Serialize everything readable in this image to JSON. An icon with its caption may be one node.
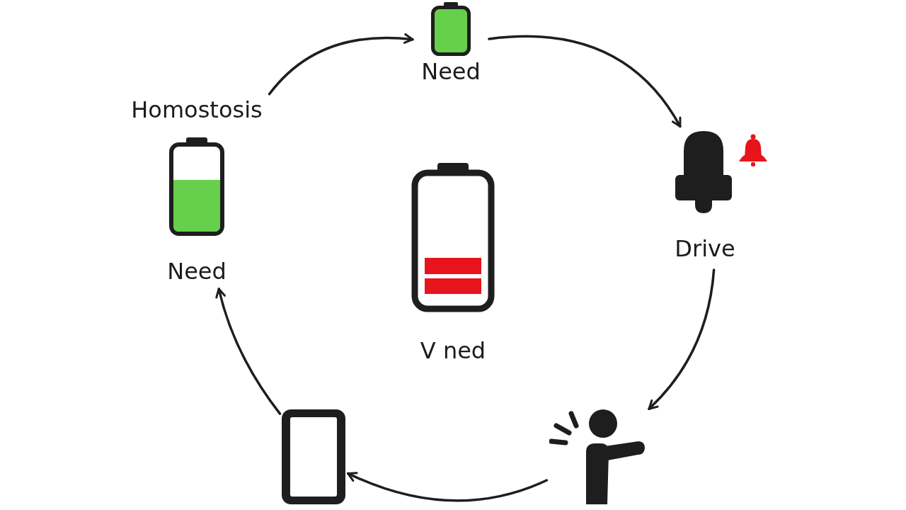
{
  "diagram": {
    "nodes": [
      {
        "text": [
          "Need"
        ]
      },
      {
        "text": [
          "Homostosis",
          "Need"
        ]
      },
      {
        "text": [
          "Drive"
        ]
      },
      {
        "text": [
          "V ned"
        ]
      },
      {
        "text": [],
        "shape": "picture"
      },
      {
        "text": [],
        "shape": "person"
      }
    ],
    "edges": [
      {
        "from": 1,
        "to": 0,
        "arrow": "to"
      },
      {
        "from": 0,
        "to": 2,
        "arrow": "to"
      },
      {
        "from": 2,
        "to": 5,
        "arrow": "to"
      },
      {
        "from": 5,
        "to": 4,
        "arrow": "to"
      },
      {
        "from": 4,
        "to": 1,
        "arrow": "to"
      }
    ]
  }
}
